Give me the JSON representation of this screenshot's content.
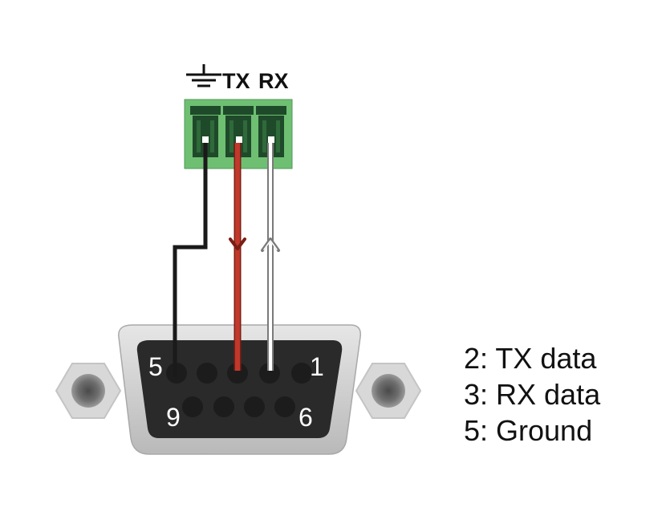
{
  "terminal_block": {
    "labels": {
      "tx": "TX",
      "rx": "RX"
    },
    "ground_symbol": "ground-icon",
    "body_color": "#6fbf73",
    "body_dark_color": "#1f4a2a"
  },
  "wires": [
    {
      "name": "ground-wire",
      "color": "#1a1a1a"
    },
    {
      "name": "tx-wire",
      "color": "#c0392b",
      "arrow": "down"
    },
    {
      "name": "rx-wire",
      "color": "#ffffff",
      "arrow": "up"
    }
  ],
  "db9_connector": {
    "pin_labels": {
      "p1": "1",
      "p5": "5",
      "p6": "6",
      "p9": "9"
    },
    "shell_color": "#c8c8c8",
    "face_color": "#2a2a2a"
  },
  "legend": [
    "2: TX data",
    "3: RX data",
    "5: Ground"
  ]
}
